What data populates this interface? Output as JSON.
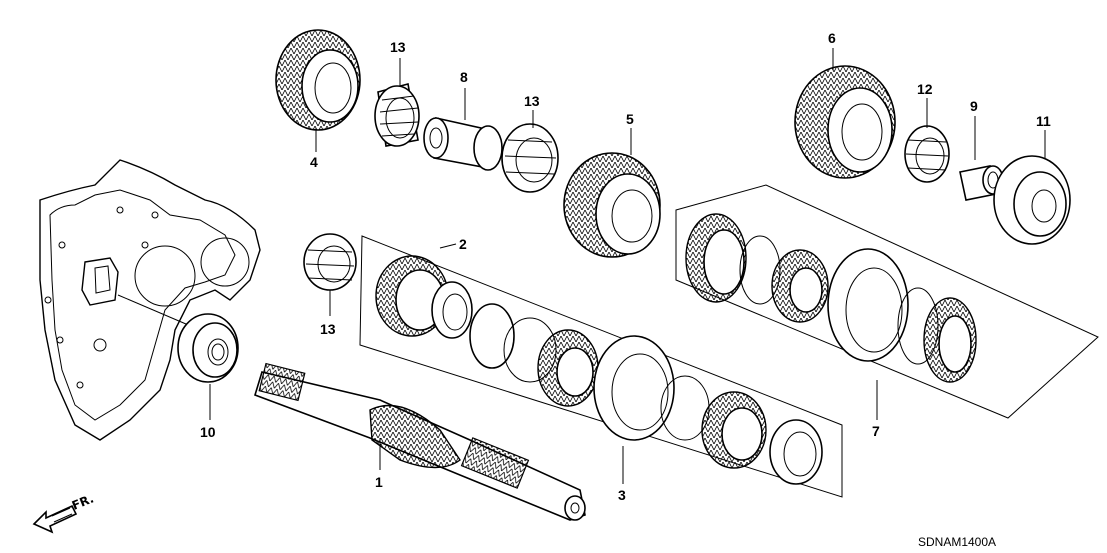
{
  "diagram": {
    "code": "SDNAM1400A",
    "front_label": "FR.",
    "callouts": {
      "c1": "1",
      "c2": "2",
      "c3": "3",
      "c4": "4",
      "c5": "5",
      "c6": "6",
      "c7": "7",
      "c8": "8",
      "c9": "9",
      "c10": "10",
      "c11": "11",
      "c12": "12",
      "c13a": "13",
      "c13b": "13",
      "c13c": "13"
    }
  }
}
